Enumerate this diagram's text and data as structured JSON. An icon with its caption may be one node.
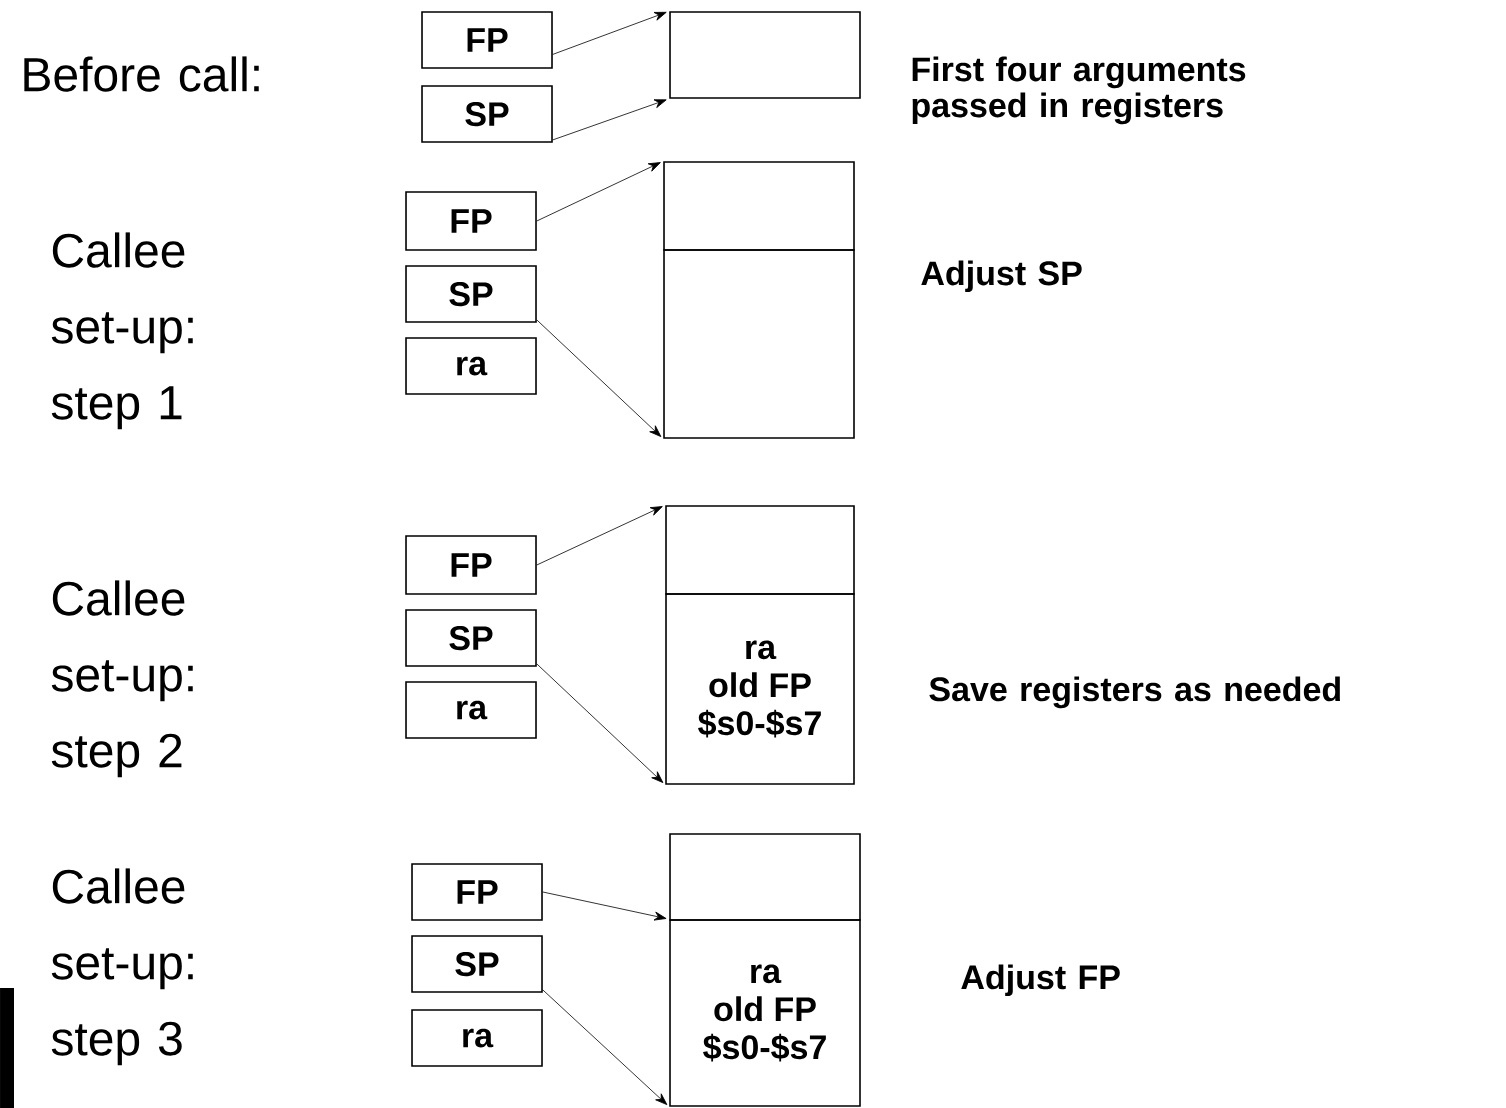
{
  "diagram": {
    "nodes": [
      {
        "text": [
          "FP"
        ]
      },
      {
        "text": [
          "SP"
        ]
      },
      {
        "text": [],
        "shape": "box"
      },
      {
        "text": [
          "FP"
        ]
      },
      {
        "text": [
          "SP"
        ]
      },
      {
        "text": [
          "ra"
        ]
      },
      {
        "text": [],
        "shape": "box"
      },
      {
        "text": [],
        "shape": "box"
      },
      {
        "text": [
          "FP"
        ]
      },
      {
        "text": [
          "SP"
        ]
      },
      {
        "text": [
          "ra"
        ]
      },
      {
        "text": [],
        "shape": "box"
      },
      {
        "text": [
          "ra",
          "old FP",
          "$s0-$s7"
        ]
      },
      {
        "text": [
          "FP"
        ]
      },
      {
        "text": [
          "SP"
        ]
      },
      {
        "text": [
          "ra"
        ]
      },
      {
        "text": [],
        "shape": "box"
      },
      {
        "text": [
          "ra",
          "old FP",
          "$s0-$s7"
        ]
      }
    ],
    "edges": [
      {
        "from": 0,
        "to": 2,
        "arrow": "to"
      },
      {
        "from": 1,
        "to": 2,
        "arrow": "to"
      },
      {
        "from": 3,
        "to": 6,
        "arrow": "to"
      },
      {
        "from": 4,
        "to": 7,
        "arrow": "to"
      },
      {
        "from": 8,
        "to": 11,
        "arrow": "to"
      },
      {
        "from": 9,
        "to": 12,
        "arrow": "to"
      },
      {
        "from": 13,
        "to": 17,
        "arrow": "to"
      },
      {
        "from": 14,
        "to": 17,
        "arrow": "to"
      }
    ],
    "labels": [
      "Before call:",
      "First four arguments passed in registers",
      "Callee set-up: step 1",
      "Adjust SP",
      "Callee set-up: step 2",
      "Save registers as needed",
      "Callee set-up: step 3",
      "Adjust FP"
    ]
  }
}
